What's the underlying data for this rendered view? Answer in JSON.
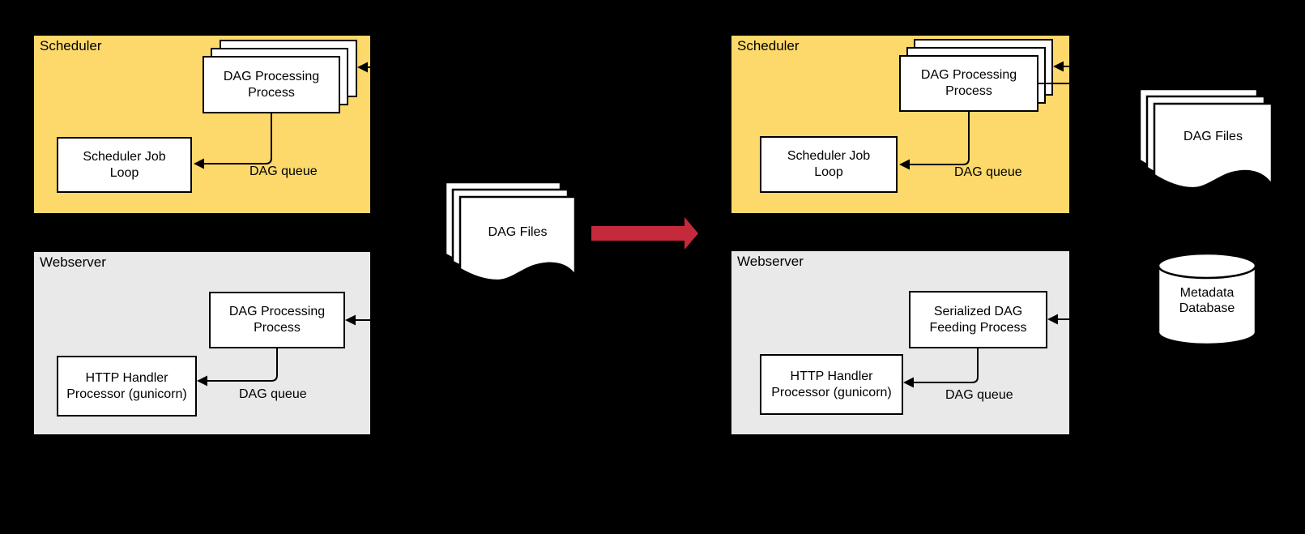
{
  "colors": {
    "canvas_background": "#000000",
    "scheduler_fill": "#FCD96A",
    "webserver_fill": "#E9E9E9",
    "node_fill": "#FFFFFF",
    "line": "#000000",
    "arrow_red": "#C5293C"
  },
  "left": {
    "scheduler": {
      "title": "Scheduler",
      "processing": "DAG Processing Process",
      "job_loop": "Scheduler Job Loop",
      "queue": "DAG queue"
    },
    "webserver": {
      "title": "Webserver",
      "processing": "DAG Processing Process",
      "handler": "HTTP Handler Processor (gunicorn)",
      "queue": "DAG queue"
    }
  },
  "middle": {
    "dag_files": "DAG Files"
  },
  "right": {
    "scheduler": {
      "title": "Scheduler",
      "processing": "DAG Processing Process",
      "job_loop": "Scheduler Job Loop",
      "queue": "DAG queue"
    },
    "webserver": {
      "title": "Webserver",
      "feeding": "Serialized DAG Feeding Process",
      "handler": "HTTP Handler Processor (gunicorn)",
      "queue": "DAG queue"
    },
    "dag_files": "DAG Files",
    "database": "Metadata Database"
  }
}
